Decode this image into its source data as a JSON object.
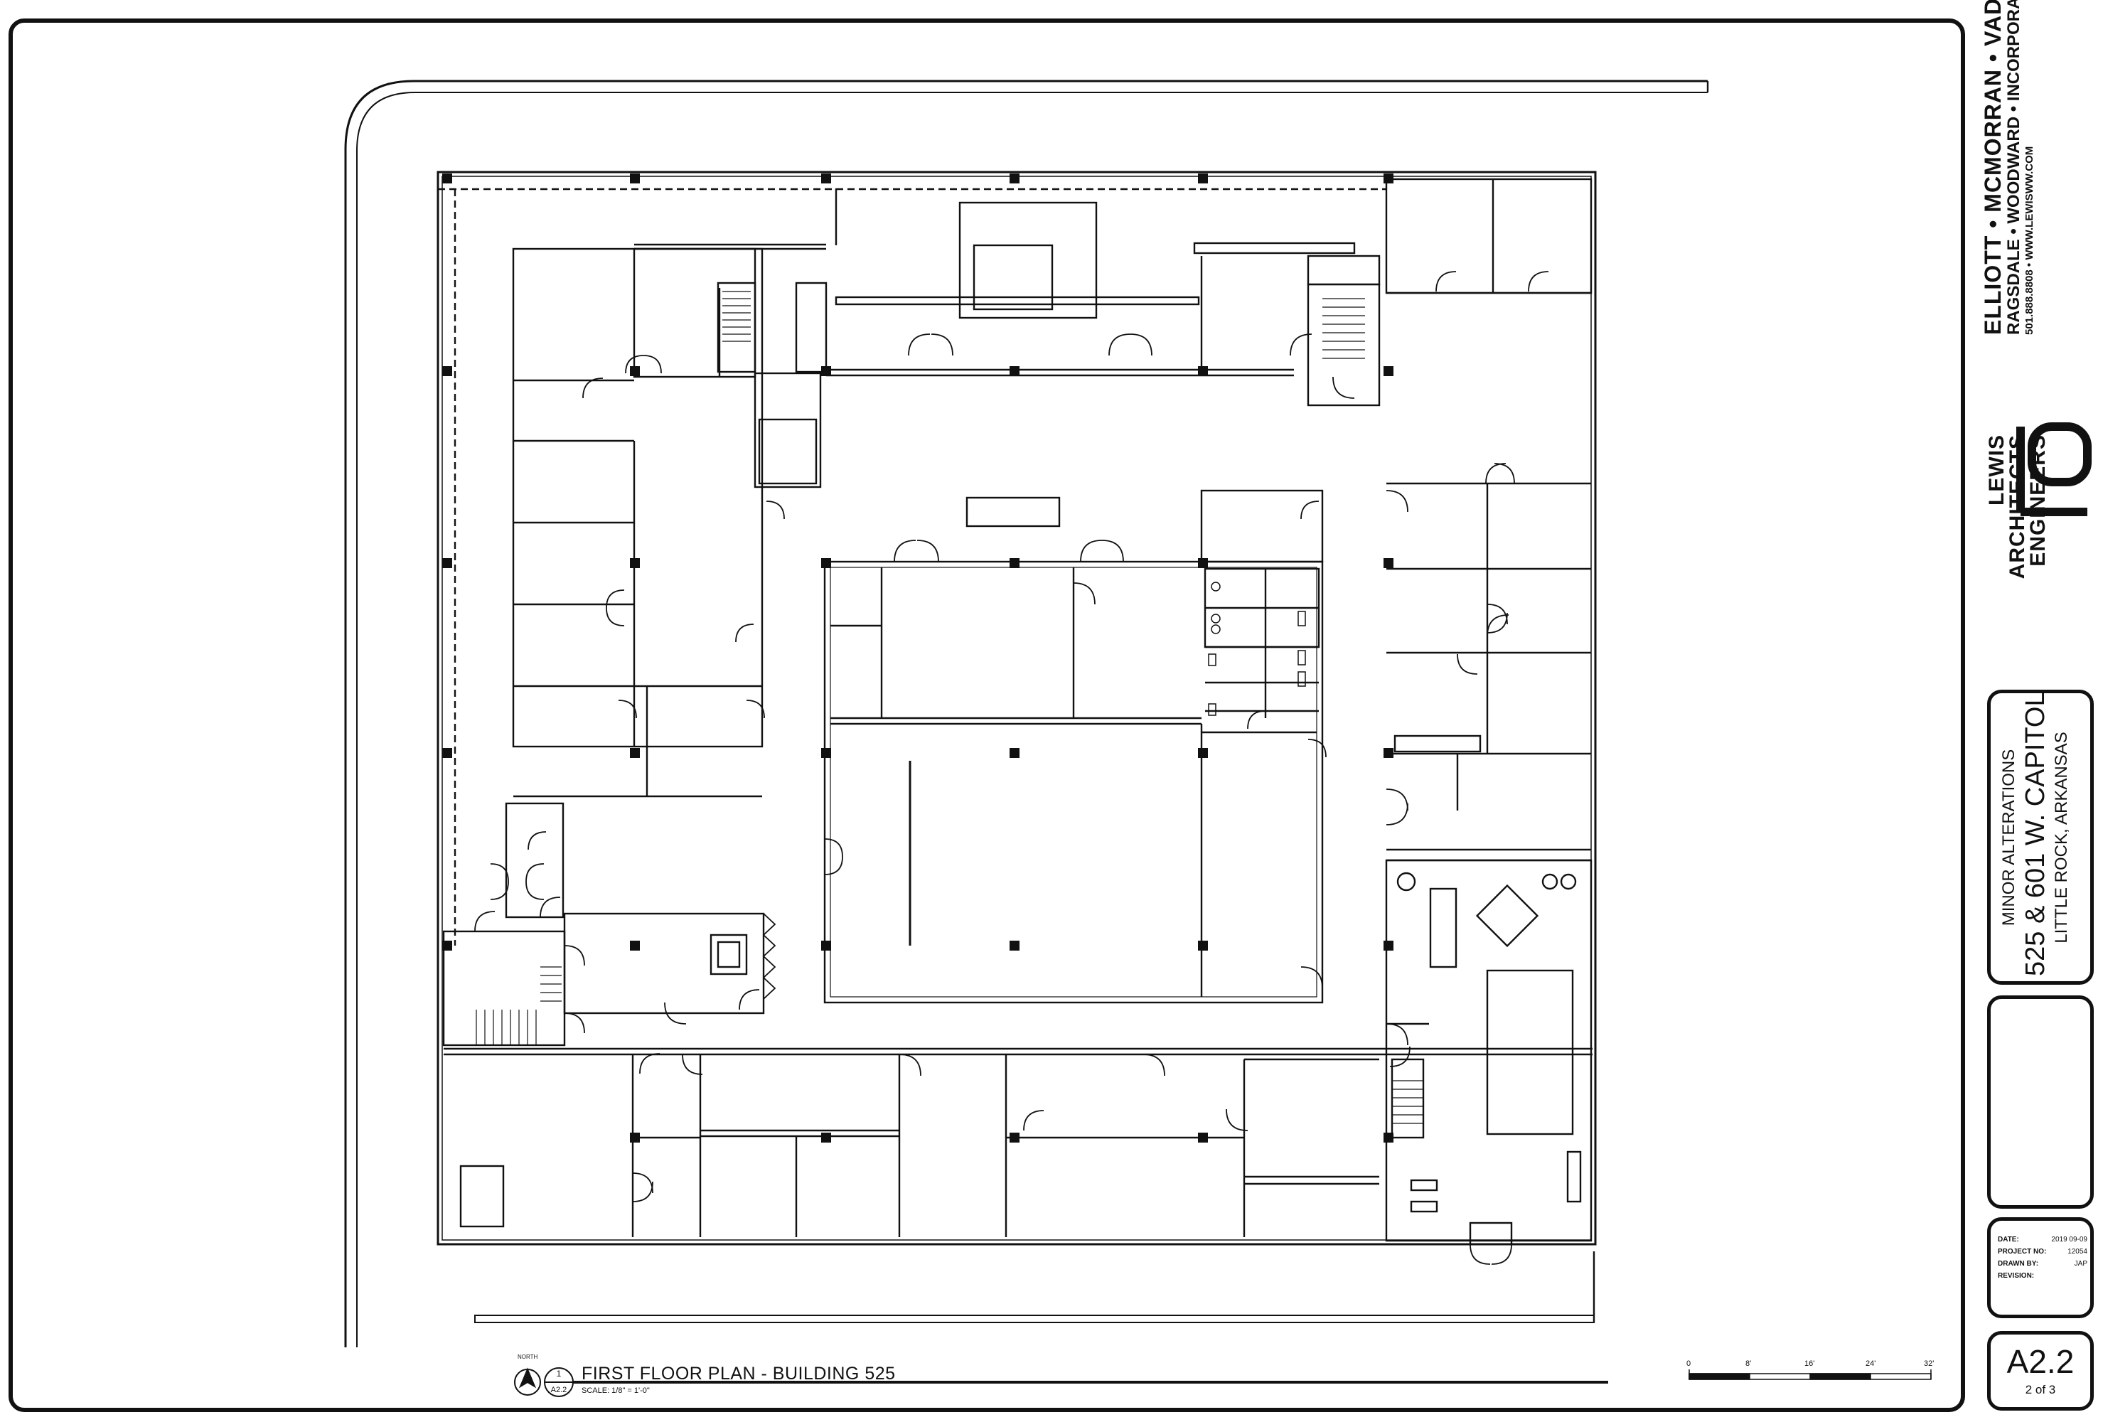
{
  "drawing": {
    "title": "FIRST FLOOR PLAN - BUILDING 525",
    "scale": "SCALE: 1/8\" = 1'-0\"",
    "north_label": "NORTH",
    "ref_number": "1",
    "ref_sheet": "A2.2"
  },
  "graphic_scale": {
    "labels": [
      "0",
      "8'",
      "16'",
      "24'",
      "32'"
    ]
  },
  "firm": {
    "left_lines": [
      "LEWIS",
      "ARCHITECTS",
      "ENGINEERS"
    ],
    "line1": "ELLIOTT • MCMORRAN • VADEN",
    "line2": "RAGSDALE • WOODWARD • INCORPORATED",
    "line3": "501.888.8808 • WWW.LEWISWW.COM",
    "logo_icon": "lq-logo-icon"
  },
  "project": {
    "line1": "MINOR ALTERATIONS",
    "line2": "525 & 601 W. CAPITOL",
    "line3": "LITTLE ROCK, ARKANSAS"
  },
  "info": {
    "date_label": "DATE:",
    "date_value": "2019 09-09",
    "project_no_label": "PROJECT NO:",
    "project_no_value": "12054",
    "drawn_by_label": "DRAWN BY:",
    "drawn_by_value": "JAP",
    "revision_label": "REVISION:",
    "revision_value": ""
  },
  "sheet": {
    "number": "A2.2",
    "of": "2 of 3"
  },
  "icons": [
    "north-arrow-icon",
    "lq-logo-icon",
    "stair-icon",
    "door-swing-icon",
    "column-icon"
  ]
}
